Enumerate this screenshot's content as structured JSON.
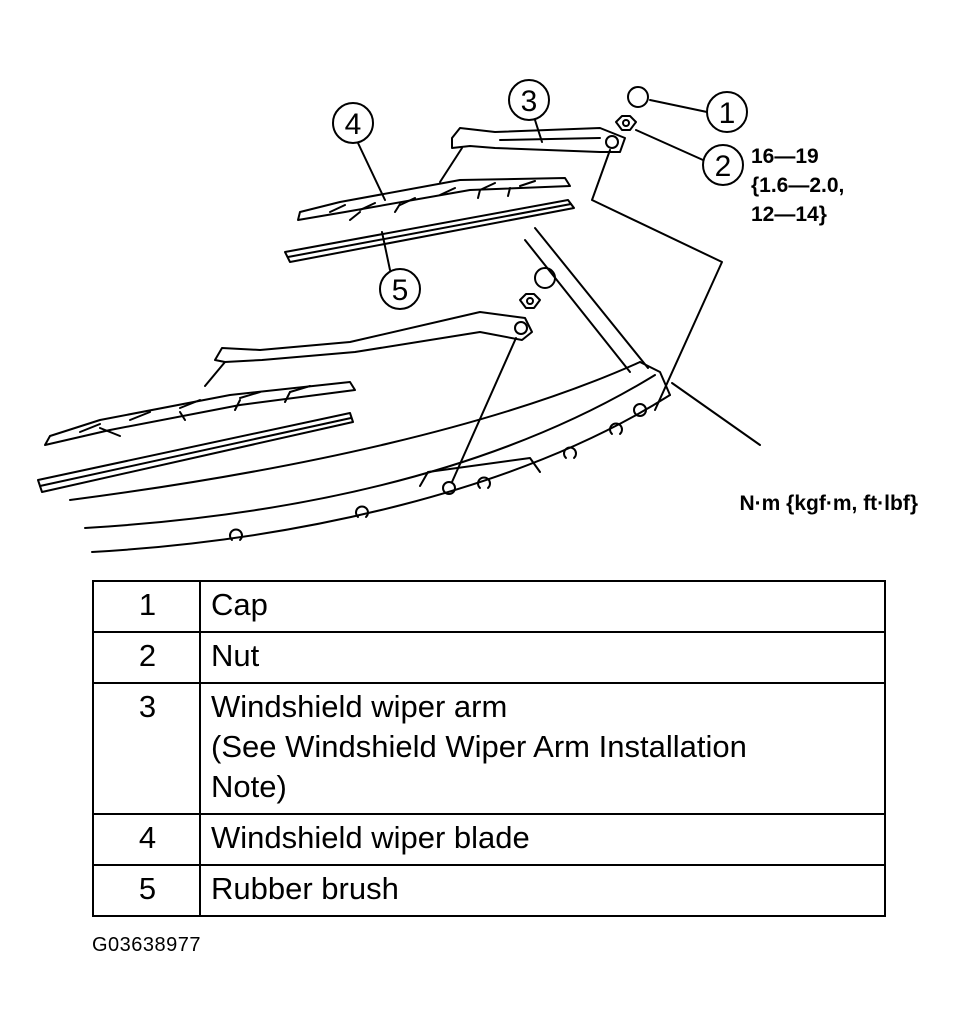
{
  "callouts": [
    "1",
    "2",
    "3",
    "4",
    "5"
  ],
  "torque_spec": {
    "line1": "16—19",
    "line2": "{1.6—2.0,",
    "line3": "12—14}"
  },
  "units_label": "N·m {kgf·m, ft·lbf}",
  "parts": [
    {
      "num": "1",
      "desc": [
        "Cap"
      ]
    },
    {
      "num": "2",
      "desc": [
        "Nut"
      ]
    },
    {
      "num": "3",
      "desc": [
        "Windshield wiper arm",
        "(See Windshield Wiper Arm Installation",
        "Note)"
      ]
    },
    {
      "num": "4",
      "desc": [
        "Windshield wiper blade"
      ]
    },
    {
      "num": "5",
      "desc": [
        "Rubber brush"
      ]
    }
  ],
  "figure_code": "G03638977"
}
